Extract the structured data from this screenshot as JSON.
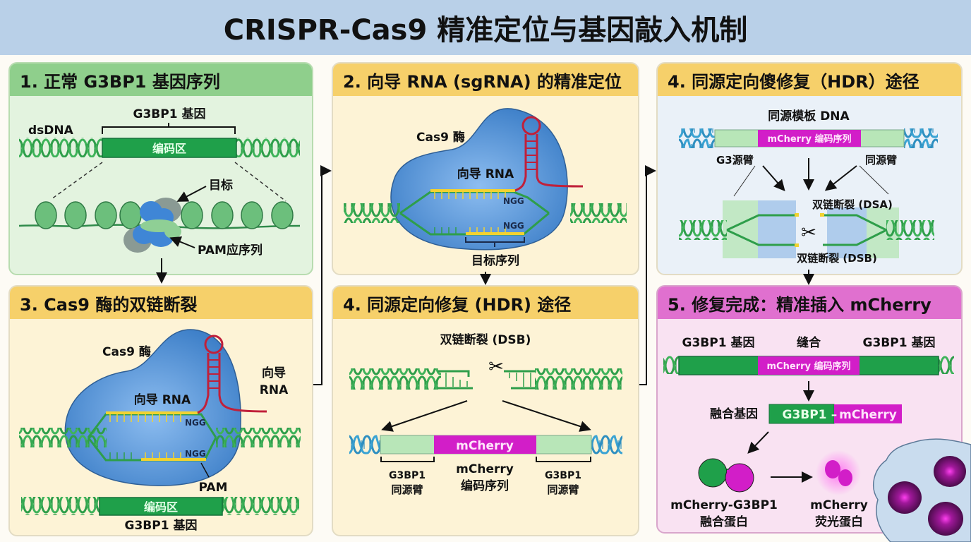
{
  "title": "CRISPR-Cas9 精准定位与基因敲入机制",
  "colors": {
    "banner": "#b9d0e8",
    "dna_green": "#2e9e4a",
    "cas9_blue": "#4d8fd6",
    "sgrna_red": "#c0203a",
    "guide_yellow": "#f2d230",
    "mcherry_magenta": "#d21ec8",
    "homology_arm": "#b8e6b8",
    "template_dna_blue": "#2e8fc0"
  },
  "panels": {
    "p1": {
      "title": "1. 正常 G3BP1 基因序列",
      "gene_label": "G3BP1 基因",
      "dsdna_label": "dsDNA",
      "coding_region": "编码区",
      "target_label": "目标",
      "pam_label": "PAM应序列"
    },
    "p2": {
      "title": "2. 向导 RNA (sgRNA) 的精准定位",
      "cas9_label": "Cas9 酶",
      "guide_rna_label": "向导 RNA",
      "ngg_top": "NGG",
      "ngg_bottom": "NGG",
      "target_seq_label": "目标序列"
    },
    "p4a": {
      "title": "4. 同源定向傻修复（HDR）途径",
      "template_label": "同源模板 DNA",
      "mcherry_coding": "mCherry 编码序列",
      "left_arm": "G3源臂",
      "right_arm": "同源臂",
      "dsa_label": "双链断裂 (DSA)",
      "dsb_label": "双链断裂 (DSB)"
    },
    "p3": {
      "title": "3. Cas9 酶的双链断裂",
      "cas9_label": "Cas9 酶",
      "guide_rna_inner": "向导 RNA",
      "guide_rna_outer_1": "向导",
      "guide_rna_outer_2": "RNA",
      "ngg_top": "NGG",
      "ngg_bottom": "NGG",
      "pam_label": "PAM",
      "coding_region": "编码区",
      "gene_label": "G3BP1 基因"
    },
    "p4b": {
      "title": "4. 同源定向修复 (HDR) 途径",
      "dsb_label": "双链断裂 (DSB)",
      "mcherry": "mCherry",
      "left_arm_1": "G3BP1",
      "left_arm_2": "同源臂",
      "center_1": "mCherry",
      "center_2": "编码序列",
      "right_arm_1": "G3BP1",
      "right_arm_2": "同源臂"
    },
    "p5": {
      "title": "5. 修复完成：精准插入 mCherry",
      "gene_left": "G3BP1 基因",
      "join_label": "缝合",
      "gene_right": "G3BP1 基因",
      "mcherry_coding": "mCherry 编码序列",
      "fusion_gene_label": "融合基因",
      "fusion_gene_g3bp1": "G3BP1",
      "fusion_gene_mcherry": "mCherry",
      "fusion_protein_1": "mCherry-G3BP1",
      "fusion_protein_2": "融合蛋白",
      "fluor_1": "mCherry",
      "fluor_2": "荧光蛋白"
    }
  }
}
